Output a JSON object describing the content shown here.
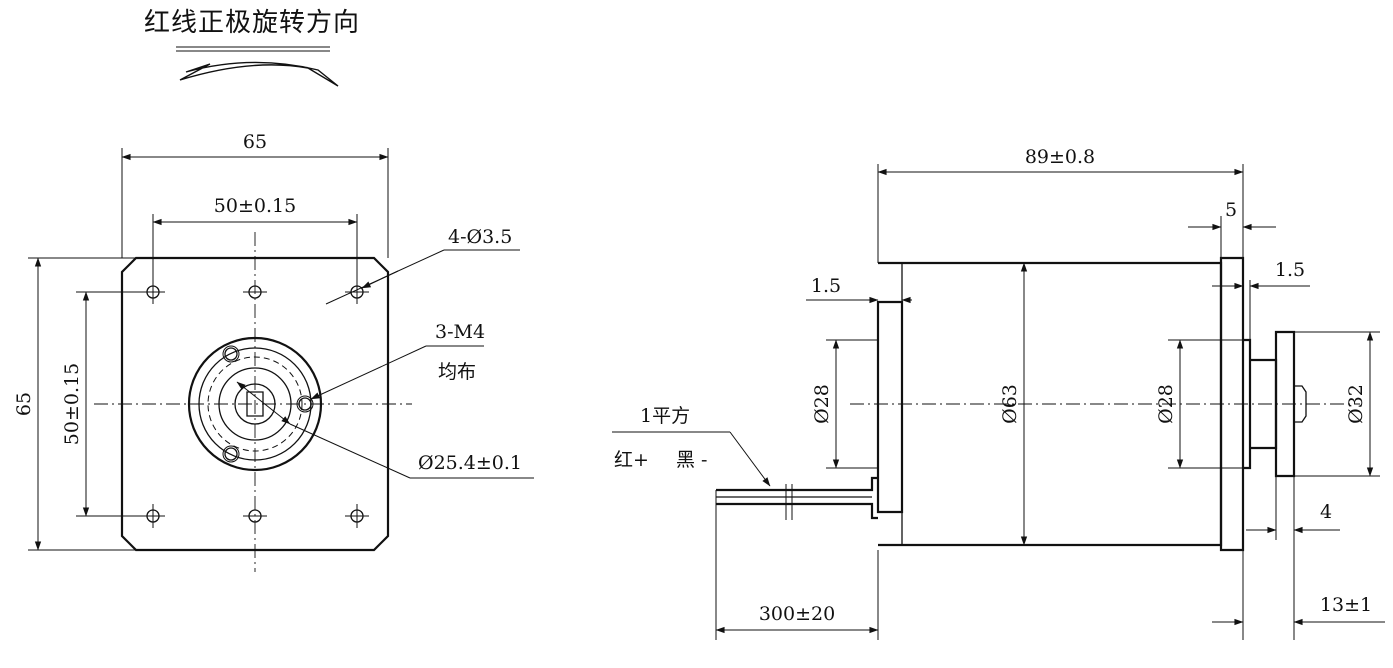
{
  "rotation_note": "红线正极旋转方向",
  "front_view": {
    "width_overall": "65",
    "height_overall": "65",
    "hole_pitch_h": "50±0.15",
    "hole_pitch_v": "50±0.15",
    "mount_holes": "4-Ø3.5",
    "threaded_holes": "3-M4",
    "threaded_holes_note": "均布",
    "pilot_diameter": "Ø25.4±0.1"
  },
  "side_view": {
    "body_length": "89±0.8",
    "flange_thickness": "5",
    "front_pilot_height": "1.5",
    "rear_boss_height": "1.5",
    "rear_boss_diameter": "Ø28",
    "body_diameter": "Ø63",
    "front_pilot_diameter": "Ø28",
    "shaft_hub_diameter": "Ø32",
    "shaft_step": "4",
    "shaft_extension": "13±1",
    "lead_length": "300±20",
    "wire_gauge": "1平方",
    "wire_red": "红+",
    "wire_black": "黑 -"
  }
}
